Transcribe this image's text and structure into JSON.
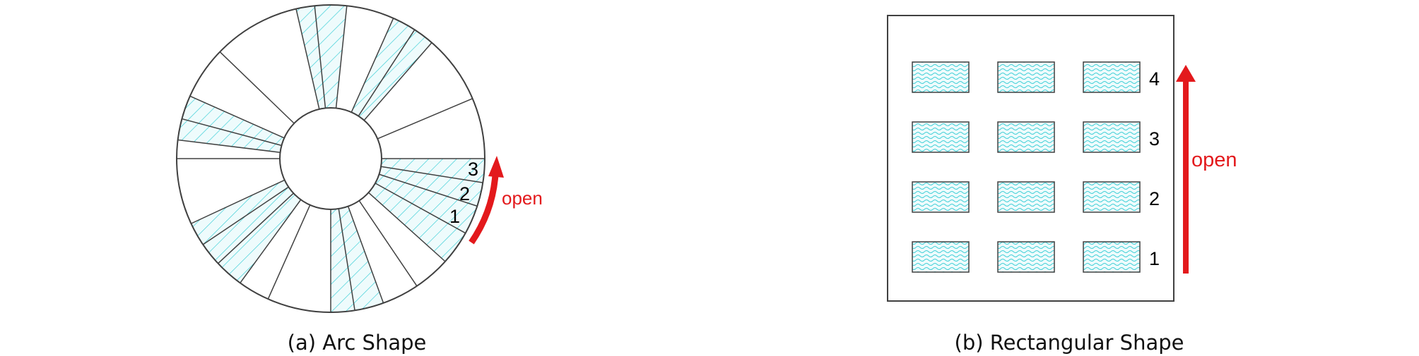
{
  "panels": [
    {
      "caption": "(a) Arc Shape",
      "labels": [
        "1",
        "2",
        "3"
      ],
      "arrow_label": "open"
    },
    {
      "caption": "(b) Rectangular Shape",
      "labels": [
        "1",
        "2",
        "3",
        "4"
      ],
      "arrow_label": "open"
    }
  ],
  "colors": {
    "outline": "#404040",
    "hatch": "#3fd0d8",
    "fill": "#eefbfc",
    "arrow": "#e3191c"
  },
  "icons": {
    "arc_hatch": "diagonal-hatch",
    "rect_hatch": "wavy-hatch",
    "arrow": "red-up-arrow"
  }
}
